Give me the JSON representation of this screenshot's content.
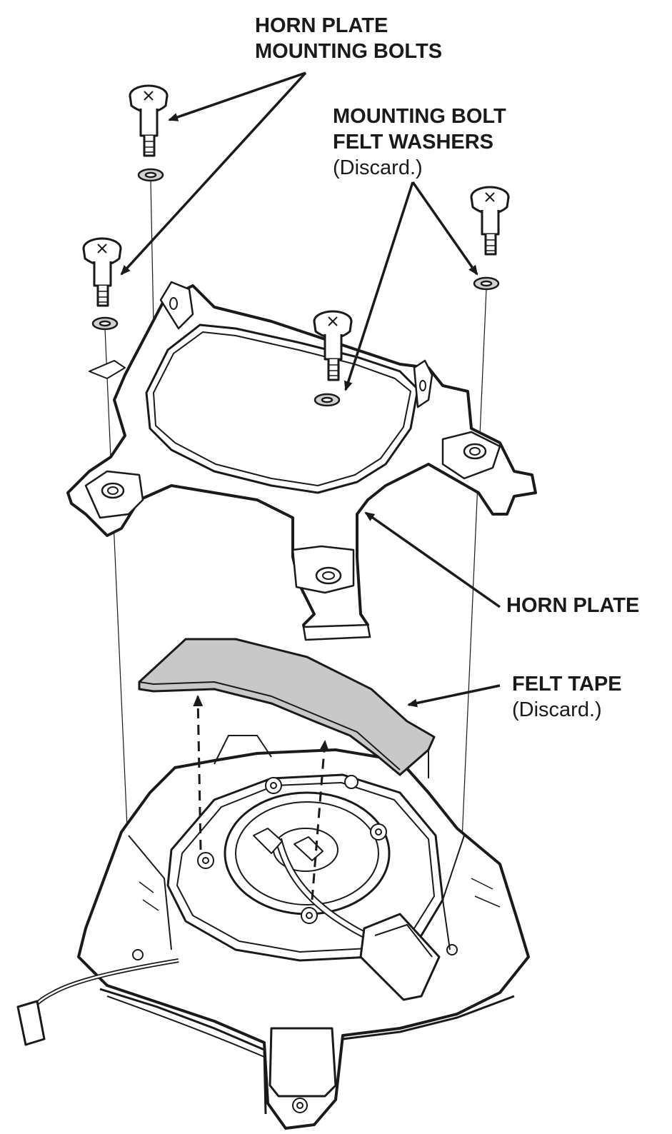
{
  "callouts": {
    "horn_plate_mounting_bolts": {
      "line1": "HORN PLATE",
      "line2": "MOUNTING BOLTS"
    },
    "felt_washers": {
      "line1": "MOUNTING BOLT",
      "line2": "FELT WASHERS",
      "note": "(Discard.)"
    },
    "horn_plate": {
      "line1": "HORN PLATE"
    },
    "felt_tape": {
      "line1": "FELT TAPE",
      "note": "(Discard.)"
    }
  },
  "colors": {
    "ink": "#1a1a1a",
    "felt_tape_fill": "#c8c8c8",
    "washer_fill": "#d0d0d0",
    "background": "#ffffff"
  },
  "icons": [
    "bolt-icon",
    "washer-icon",
    "connector-icon"
  ]
}
